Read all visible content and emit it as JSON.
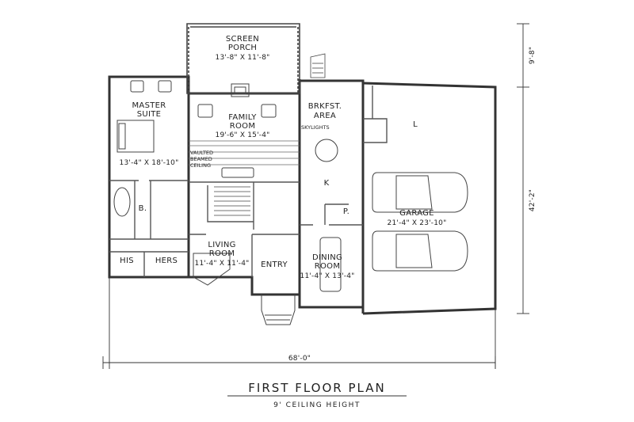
{
  "rooms": {
    "screen_porch": {
      "line1": "SCREEN",
      "line2": "PORCH",
      "dims": "13'-8\" X 11'-8\""
    },
    "master_suite": {
      "line1": "MASTER",
      "line2": "SUITE",
      "dims": "13'-4\" X 18'-10\""
    },
    "family_room": {
      "line1": "FAMILY",
      "line2": "ROOM",
      "dims": "19'-6\" X 15'-4\""
    },
    "brkfst_area": {
      "line1": "BRKFST.",
      "line2": "AREA"
    },
    "garage": {
      "line1": "GARAGE",
      "dims": "21'-4\" X 23'-10\""
    },
    "living_room": {
      "line1": "LIVING",
      "line2": "ROOM",
      "dims": "11'-4\" X 11'-4\""
    },
    "dining_room": {
      "line1": "DINING",
      "line2": "ROOM",
      "dims": "11'-4\" X 13'-4\""
    },
    "entry": {
      "line1": "ENTRY"
    },
    "bath": {
      "line1": "B."
    },
    "his": {
      "line1": "HIS"
    },
    "hers": {
      "line1": "HERS"
    },
    "kitchen": {
      "line1": "K"
    },
    "laundry": {
      "line1": "L"
    },
    "pantry": {
      "line1": "P."
    }
  },
  "notes": {
    "skylights": "SKYLIGHTS",
    "vaulted1": "VAULTED",
    "vaulted2": "BEAMED",
    "vaulted3": "CEILING"
  },
  "dimensions": {
    "overall_width": "68'-0\"",
    "overall_depth": "42'-2\"",
    "porch_depth": "9'-8\""
  },
  "title": "FIRST FLOOR PLAN",
  "subtitle": "9' CEILING HEIGHT"
}
